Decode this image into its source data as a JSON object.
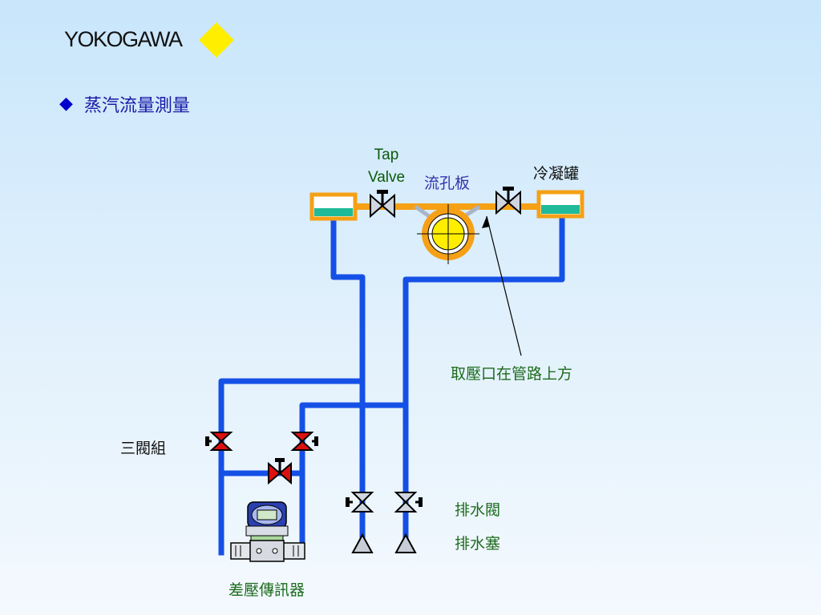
{
  "brand": {
    "name": "YOKOGAWA",
    "accent": "#ffee00"
  },
  "slide": {
    "bullet": "◆",
    "title": "蒸汽流量測量"
  },
  "labels": {
    "tap_valve_line1": "Tap",
    "tap_valve_line2": "Valve",
    "orifice_plate": "流孔板",
    "condensate_pot": "冷凝罐",
    "pressure_tap_note": "取壓口在管路上方",
    "three_valve_manifold": "三閥組",
    "drain_valve": "排水閥",
    "drain_plug": "排水塞",
    "dp_transmitter": "差壓傳訊器"
  },
  "colors": {
    "impulse_line": "#1550e6",
    "steam_pipe": "#f5a015",
    "condensate_water": "#1fba9a",
    "valve_red": "#dd1111"
  },
  "icons": [
    "diamond-bullet-icon",
    "logo-diamond-icon",
    "gate-valve-icon",
    "drain-plug-icon",
    "transmitter-icon"
  ]
}
